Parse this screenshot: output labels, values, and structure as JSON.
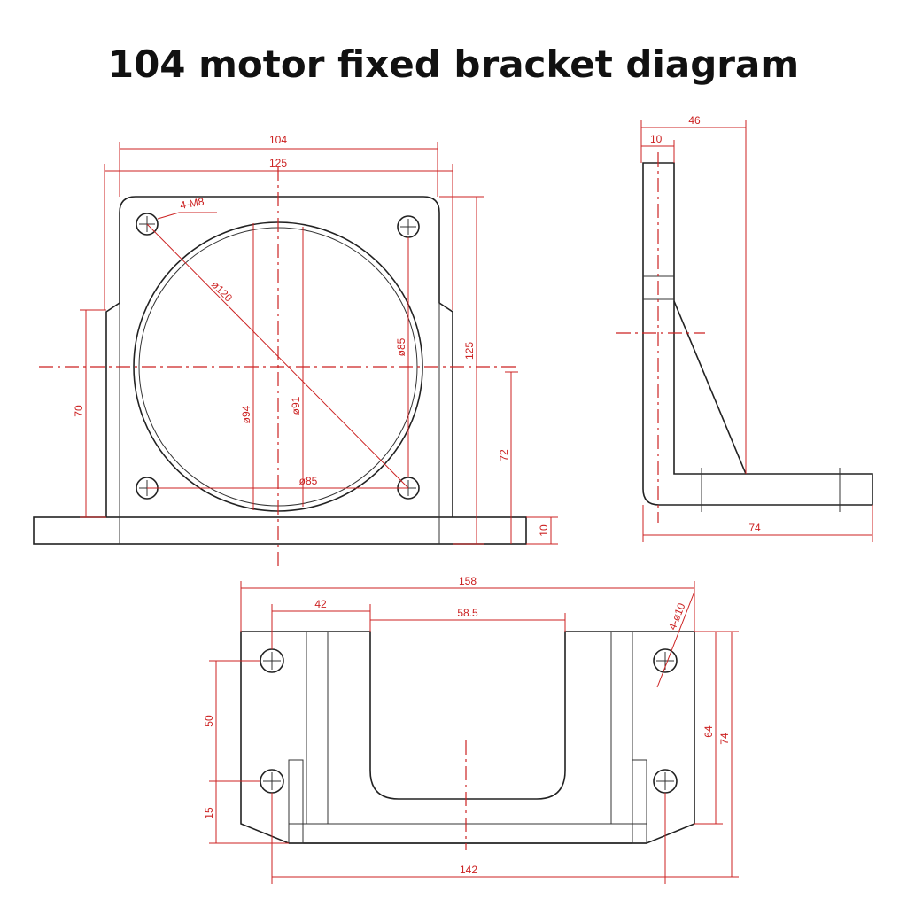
{
  "title": "104 motor fixed bracket diagram",
  "colors": {
    "dimension": "#cc2222",
    "outline": "#222222",
    "background": "#ffffff"
  },
  "front_view": {
    "width_104": "104",
    "width_125": "125",
    "hole_callout": "4-M8",
    "diag_120": "ø120",
    "dia_85_vertical": "ø85",
    "height_125": "125",
    "height_70": "70",
    "dia_94": "ø94",
    "dia_91": "ø91",
    "height_72": "72",
    "dia_85_horizontal": "ø85",
    "base_10": "10"
  },
  "side_view": {
    "depth_46": "46",
    "thickness_10": "10",
    "length_74": "74"
  },
  "top_view": {
    "width_158": "158",
    "offset_42": "42",
    "slot_58_5": "58.5",
    "hole_callout": "4-ø10",
    "spacing_50": "50",
    "offset_15": "15",
    "spacing_64": "64",
    "depth_74": "74",
    "width_142": "142"
  }
}
